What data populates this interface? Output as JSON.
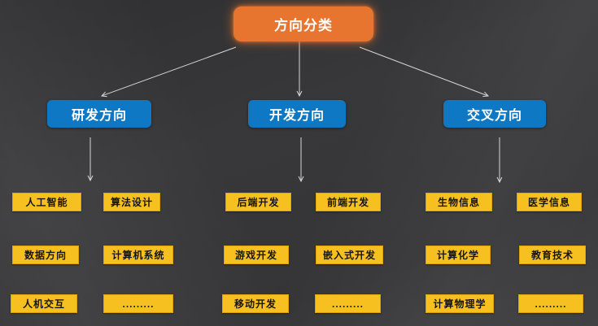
{
  "diagram": {
    "type": "tree",
    "root": "方向分类",
    "branches": [
      {
        "label": "研发方向",
        "items": [
          "人工智能",
          "算法设计",
          "数据方向",
          "计算机系统",
          "人机交互",
          "........."
        ]
      },
      {
        "label": "开发方向",
        "items": [
          "后端开发",
          "前端开发",
          "游戏开发",
          "嵌入式开发",
          "移动开发",
          "........."
        ]
      },
      {
        "label": "交叉方向",
        "items": [
          "生物信息",
          "医学信息",
          "计算化学",
          "教育技术",
          "计算物理学",
          "........."
        ]
      }
    ]
  },
  "colors": {
    "background": "#38383a",
    "root_fill": "#e7752f",
    "branch_fill": "#0f78c4",
    "leaf_fill": "#f7c021",
    "leaf_border": "#dfa30b",
    "arrow": "#d6d6d6",
    "root_text": "#ffffff",
    "branch_text": "#ffffff",
    "leaf_text": "#161616"
  }
}
